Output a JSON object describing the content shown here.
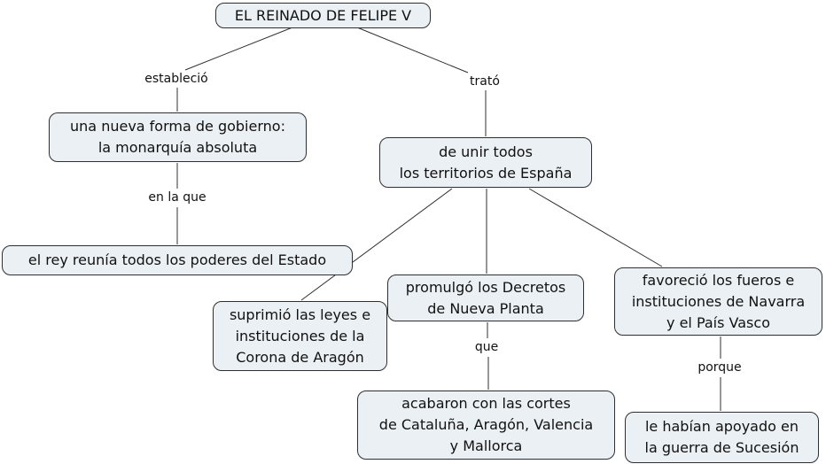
{
  "diagram": {
    "type": "concept-map",
    "title": "EL REINADO DE FELIPE V",
    "nodes": {
      "title": {
        "text": "EL REINADO DE FELIPE V"
      },
      "gobierno": {
        "text": "una nueva forma de gobierno:\nla monarquía absoluta"
      },
      "unir": {
        "text": "de unir todos\nlos territorios de España"
      },
      "rey": {
        "text": "el rey reunía todos los poderes del Estado"
      },
      "suprimio": {
        "text": "suprimió las leyes e\ninstituciones de la\nCorona de Aragón"
      },
      "promulgo": {
        "text": "promulgó los Decretos\nde Nueva Planta"
      },
      "favorecio": {
        "text": "favoreció los fueros e\ninstituciones de Navarra\ny el País Vasco"
      },
      "acabaron": {
        "text": "acabaron con las cortes\nde Cataluña, Aragón, Valencia\ny Mallorca"
      },
      "apoyado": {
        "text": "le habían apoyado en\nla guerra de Sucesión"
      }
    },
    "link_labels": {
      "establecio": "estableció",
      "trato": "trató",
      "en_la_que": "en la que",
      "que": "que",
      "porque": "porque"
    },
    "edges": [
      {
        "from": "EL REINADO DE FELIPE V",
        "label": "estableció",
        "to": "una nueva forma de gobierno: la monarquía absoluta"
      },
      {
        "from": "EL REINADO DE FELIPE V",
        "label": "trató",
        "to": "de unir todos los territorios de España"
      },
      {
        "from": "una nueva forma de gobierno: la monarquía absoluta",
        "label": "en la que",
        "to": "el rey reunía todos los poderes del Estado"
      },
      {
        "from": "de unir todos los territorios de España",
        "label": "",
        "to": "suprimió las leyes e instituciones de la Corona de Aragón"
      },
      {
        "from": "de unir todos los territorios de España",
        "label": "",
        "to": "promulgó los Decretos de Nueva Planta"
      },
      {
        "from": "de unir todos los territorios de España",
        "label": "",
        "to": "favoreció los fueros e instituciones de Navarra y el País Vasco"
      },
      {
        "from": "promulgó los Decretos de Nueva Planta",
        "label": "que",
        "to": "acabaron con las cortes de Cataluña, Aragón, Valencia y Mallorca"
      },
      {
        "from": "favoreció los fueros e instituciones de Navarra y el País Vasco",
        "label": "porque",
        "to": "le habían apoyado en la guerra de Sucesión"
      }
    ],
    "colors": {
      "background": "#ffffff",
      "node_fill": "#eaf0f4",
      "node_border": "#2f2f2f",
      "text": "#111111",
      "line": "#2f2f2f"
    }
  }
}
